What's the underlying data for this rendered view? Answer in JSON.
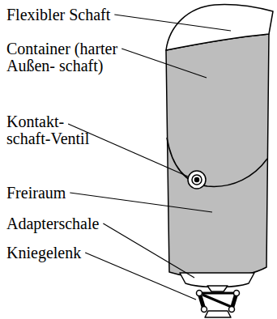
{
  "diagram": {
    "labels": [
      "Flexibler Schaft",
      "Container (harter Außen- schaft)",
      "Kontakt- schaft-Ventil",
      "Freiraum",
      "Adapterschale",
      "Kniegelenk"
    ]
  }
}
